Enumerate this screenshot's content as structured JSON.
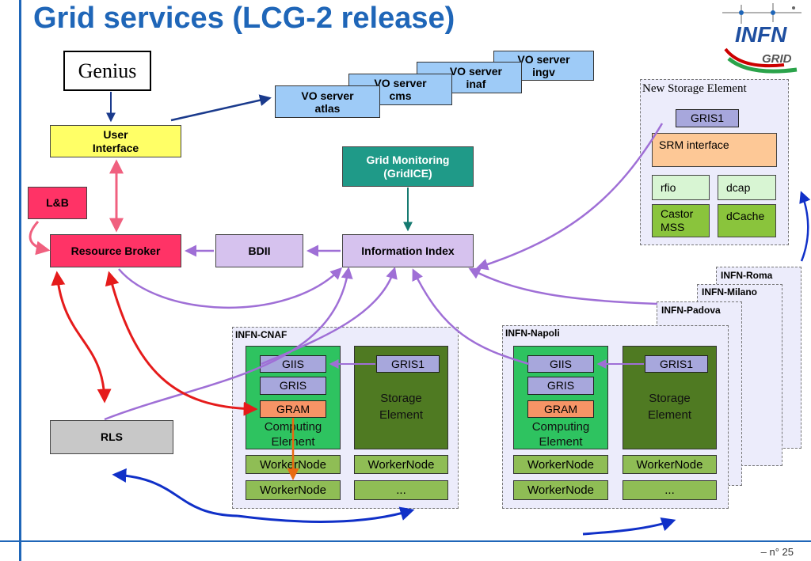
{
  "slide": {
    "title": "Grid services (LCG-2 release)",
    "footer": "– n° 25"
  },
  "logo": {
    "text1": "INFN",
    "text2": "GRID"
  },
  "nodes": {
    "genius": "Genius",
    "user_interface": "User\nInterface",
    "vo_ingv": "VO server\ningv",
    "vo_inaf": "VO server\ninaf",
    "vo_cms": "VO server\ncms",
    "vo_atlas": "VO server\natlas",
    "lb": "L&B",
    "resource_broker": "Resource Broker",
    "bdii": "BDII",
    "information_index": "Information Index",
    "grid_monitoring": "Grid Monitoring\n(GridICE)",
    "rls": "RLS"
  },
  "storage_element_panel": {
    "title": "New Storage Element",
    "gris1": "GRIS1",
    "srm": "SRM interface",
    "rfio": "rfio",
    "dcap": "dcap",
    "castor": "Castor\nMSS",
    "dcache": "dCache"
  },
  "sites": {
    "roma": "INFN-Roma",
    "milano": "INFN-Milano",
    "padova": "INFN-Padova",
    "cnaf": {
      "label": "INFN-CNAF",
      "giis": "GIIS",
      "gris": "GRIS",
      "gram": "GRAM",
      "ce": "Computing\nElement",
      "gris1": "GRIS1",
      "se": "Storage\nElement",
      "wn1": "WorkerNode",
      "wn2": "WorkerNode",
      "wn3": "WorkerNode",
      "more": "..."
    },
    "napoli": {
      "label": "INFN-Napoli",
      "giis": "GIIS",
      "gris": "GRIS",
      "gram": "GRAM",
      "ce": "Computing\nElement",
      "gris1": "GRIS1",
      "se": "Storage\nElement",
      "wn1": "WorkerNode",
      "wn2": "WorkerNode",
      "wn3": "WorkerNode",
      "more": "..."
    }
  },
  "colors": {
    "title_blue": "#1f66b8",
    "ui_yellow": "#ffff66",
    "broker_red": "#ff3366",
    "bdii_lavender": "#d6c2ee",
    "monitoring_teal": "#1f9a88",
    "rls_gray": "#c8c8c8",
    "arrow_purple": "#9f6fd6",
    "arrow_red": "#e51b1b",
    "arrow_pink": "#f0607f",
    "arrow_blue": "#1030c8"
  }
}
